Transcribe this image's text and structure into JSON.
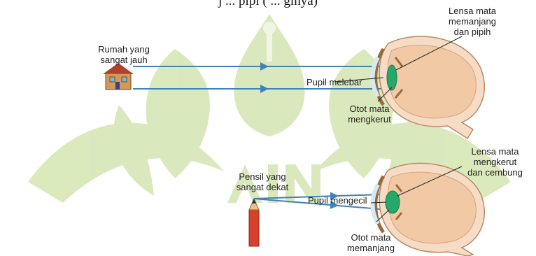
{
  "top_text": "j      ...      pipi (           ...            ginya)",
  "scene_far": {
    "object_label_line1": "Rumah yang",
    "object_label_line2": "sangat jauh",
    "pupil_label": "Pupil melebar",
    "lens_label_line1": "Lensa mata",
    "lens_label_line2": "memanjang",
    "lens_label_line3": "dan pipih",
    "muscle_label_line1": "Otot mata",
    "muscle_label_line2": "mengkerut"
  },
  "scene_near": {
    "object_label_line1": "Pensil yang",
    "object_label_line2": "sangat dekat",
    "pupil_label": "Pupil mengecil",
    "lens_label_line1": "Lensa mata",
    "lens_label_line2": "mengkerut",
    "lens_label_line3": "dan cembung",
    "muscle_label_line1": "Otot mata",
    "muscle_label_line2": "memanjang"
  },
  "colors": {
    "ray": "#3f83b8",
    "watermark": "#c9dfa3",
    "sclera": "#f6dcc4",
    "iris_ring": "#9a6a3c",
    "lens": "#26a86a",
    "house_wall": "#d29a5a",
    "house_roof": "#b0412a",
    "pencil": "#d8402d"
  }
}
